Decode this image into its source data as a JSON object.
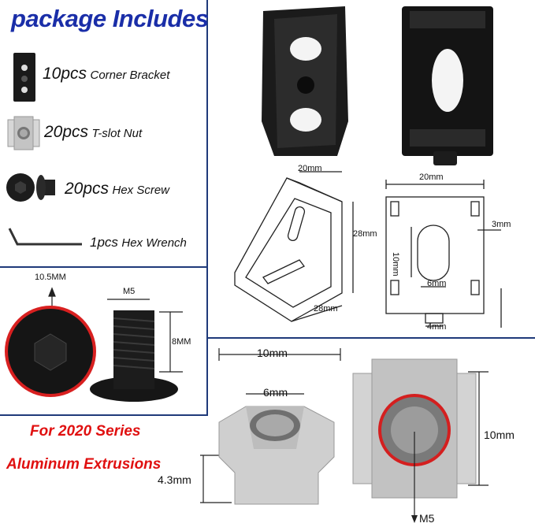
{
  "title": "package Includes",
  "items": [
    {
      "qty": "10pcs",
      "name": "Corner Bracket",
      "icon": "corner-bracket-icon"
    },
    {
      "qty": "20pcs",
      "name": "T-slot Nut",
      "icon": "t-slot-nut-icon"
    },
    {
      "qty": "20pcs",
      "name": "Hex Screw",
      "icon": "hex-screw-icon"
    },
    {
      "qty": "1pcs",
      "name": "Hex Wrench",
      "icon": "hex-wrench-icon"
    }
  ],
  "bracket_dims": {
    "top_width": "20mm",
    "height": "28mm",
    "depth": "28mm",
    "plan_width": "20mm",
    "slot_height": "10mm",
    "slot_width": "6mm",
    "edge": "3mm",
    "tab": "4mm"
  },
  "screw_dims": {
    "head": "10.5MM",
    "thread": "M5",
    "length": "8MM"
  },
  "nut_dims": {
    "width": "10mm",
    "inner": "6mm",
    "height": "4.3mm",
    "side": "10mm",
    "thread": "M5"
  },
  "series": {
    "line1": "For 2020 Series",
    "line2": "Aluminum Extrusions"
  },
  "colors": {
    "title": "#1a2ea8",
    "accent": "#e01010",
    "frame": "#1f3a7a"
  }
}
